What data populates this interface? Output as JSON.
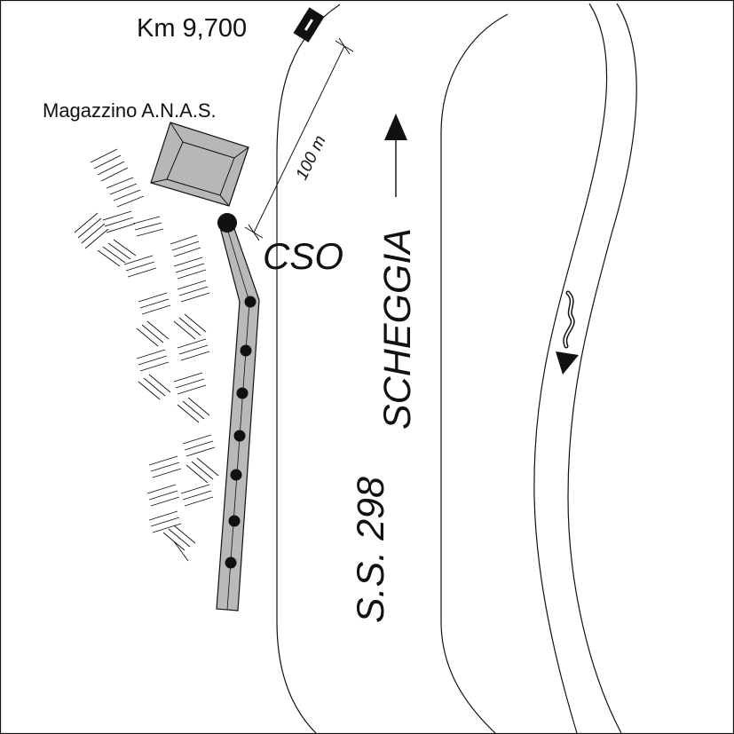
{
  "labels": {
    "km_marker": "Km 9,700",
    "warehouse": "Magazzino A.N.A.S.",
    "distance": "100 m",
    "cso": "CSO",
    "direction": "SCHEGGIA",
    "road": "S.S. 298"
  },
  "icons": {
    "km_marker": "km-post-icon",
    "direction": "north-arrow-icon",
    "river_flow": "flow-arrow-icon"
  },
  "colors": {
    "background": "#ffffff",
    "ink": "#111111",
    "warehouse_fill": "#b7b7b7",
    "pipe_fill": "#b9b9b9",
    "node": "#111111"
  }
}
